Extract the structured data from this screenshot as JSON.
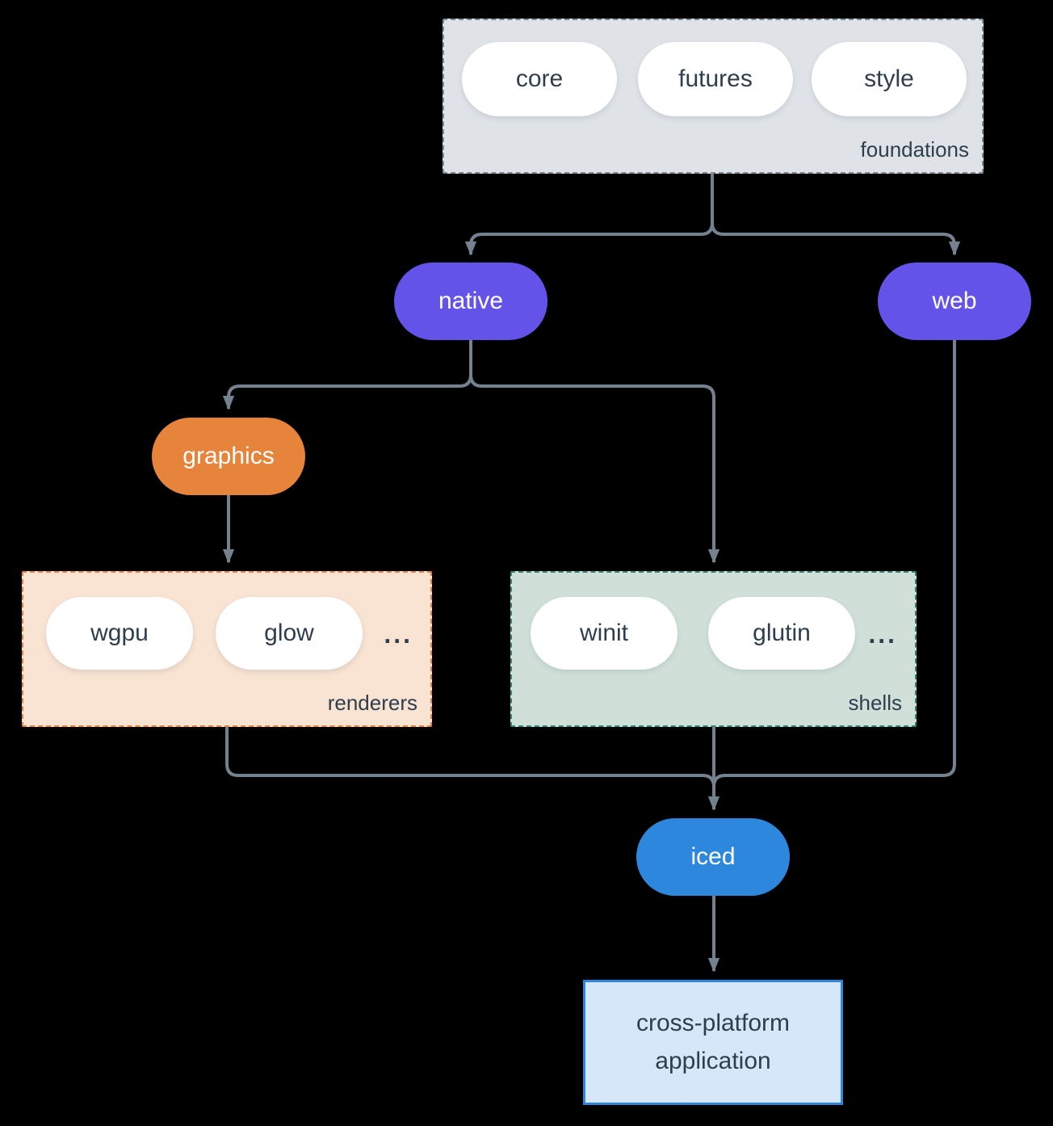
{
  "colors": {
    "bg": "#000000",
    "line": "#74818f",
    "purple": "#6453e8",
    "orange": "#e6843c",
    "blue": "#2d88dd",
    "dark-text": "#2f3e4d",
    "foundations-fill": "#dfe3e8",
    "foundations-border": "#7e8c9a",
    "renderers-fill": "#f9e3d3",
    "renderers-border": "#e8833c",
    "shells-fill": "#d0e0d9",
    "shells-border": "#2f8573",
    "app-fill": "#d5e7f8",
    "app-border": "#2d88dd",
    "pill-fill": "#ffffff"
  },
  "foundations": {
    "label": "foundations",
    "pills": [
      "core",
      "futures",
      "style"
    ]
  },
  "nodes": {
    "native": "native",
    "web": "web",
    "graphics": "graphics",
    "iced": "iced"
  },
  "renderers": {
    "label": "renderers",
    "pills": [
      "wgpu",
      "glow"
    ],
    "more": "..."
  },
  "shells": {
    "label": "shells",
    "pills": [
      "winit",
      "glutin"
    ],
    "more": "..."
  },
  "app": {
    "label": "cross-platform application"
  }
}
